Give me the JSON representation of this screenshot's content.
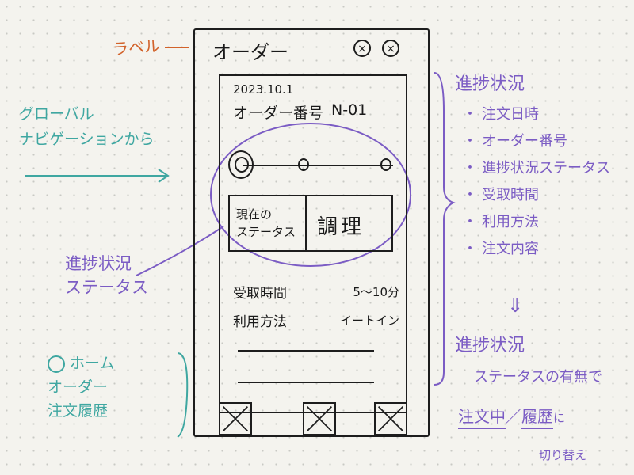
{
  "annotations": {
    "label_note": "ラベル",
    "nav_note": [
      "グローバル",
      "ナビゲーションから"
    ],
    "status_callout": [
      "進捗状況",
      "ステータス"
    ],
    "tabs_note": {
      "items": [
        "ホーム",
        "オーダー",
        "注文履歴"
      ]
    }
  },
  "screen": {
    "title": "オーダー",
    "card": {
      "date": "2023.10.1",
      "order_label": "オーダー番号",
      "order_number": "N-01",
      "progress": {
        "current_step": 1,
        "total_steps": 3
      },
      "status_label": "現在の\nステータス",
      "status_value": "調理",
      "pickup_label": "受取時間",
      "pickup_value": "5〜10分",
      "usage_label": "利用方法",
      "usage_value": "イートイン"
    }
  },
  "right_panel": {
    "title": "進捗状況",
    "items": [
      "注文日時",
      "オーダー番号",
      "進捗状況ステータス",
      "受取時間",
      "利用方法",
      "注文内容"
    ],
    "arrow": "⇓",
    "title2": "進捗状況",
    "text2": "ステータスの有無で",
    "line3": {
      "ordering": "注文中",
      "sep": "／",
      "history": "履歴",
      "suffix": "に"
    },
    "line4": "切り替え"
  },
  "colors": {
    "orange": "#d2622a",
    "teal": "#3fa7a1",
    "purple": "#7b5cc4",
    "ink": "#1d1d1d"
  },
  "icons": [
    "close-circle-icon",
    "close-circle-icon",
    "placeholder-x-icon"
  ]
}
